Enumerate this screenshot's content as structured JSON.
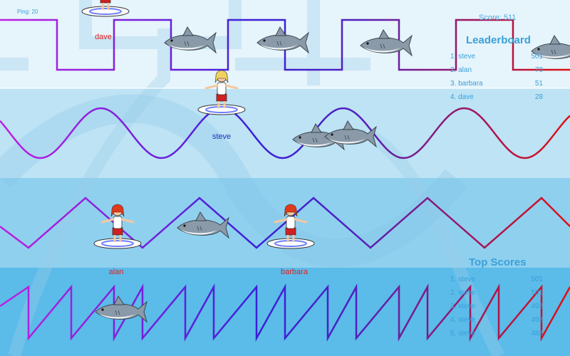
{
  "hud": {
    "ping": "Ping: 20",
    "score": "Score: 511"
  },
  "leaderboard": {
    "title": "Leaderboard",
    "rows": [
      {
        "rank": "1. steve",
        "score": "501"
      },
      {
        "rank": "2. alan",
        "score": "70"
      },
      {
        "rank": "3. barbara",
        "score": "51"
      },
      {
        "rank": "4. dave",
        "score": "28"
      }
    ]
  },
  "top_scores": {
    "title": "Top Scores",
    "rows": [
      {
        "rank": "1. steve",
        "score": "501"
      },
      {
        "rank": "2. steve",
        "score": "501"
      },
      {
        "rank": "3. steve",
        "score": "492"
      },
      {
        "rank": "4. steve",
        "score": "492"
      },
      {
        "rank": "5. steve",
        "score": "482"
      }
    ]
  },
  "players": [
    {
      "name": "dave",
      "color": "#e02020"
    },
    {
      "name": "steve",
      "color": "#2030c0"
    },
    {
      "name": "alan",
      "color": "#e02020"
    },
    {
      "name": "barbara",
      "color": "#e02020"
    }
  ],
  "colors": {
    "wave_start": "#c020e0",
    "wave_mid": "#2020d0",
    "wave_end": "#e01010",
    "shark": "#8a9aa8",
    "hud_text": "#3aa0d8"
  }
}
